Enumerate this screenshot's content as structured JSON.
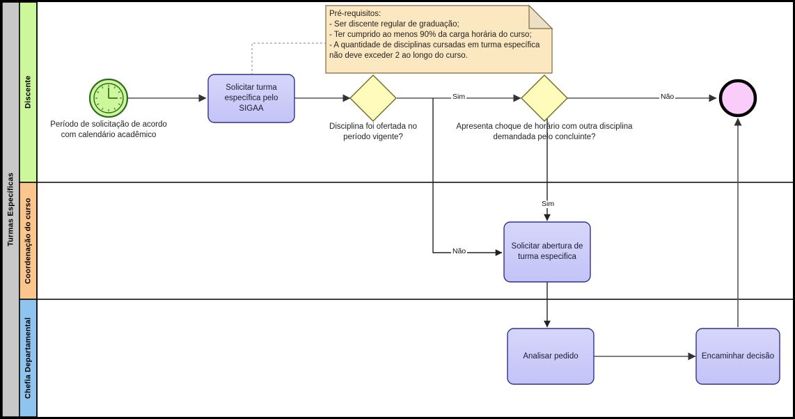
{
  "diagram": {
    "title": "Turmas Específicas",
    "pool": {
      "label": "Turmas Específicas",
      "color": "#c8c8c8"
    },
    "lanes": [
      {
        "id": "lane-discente",
        "label": "Discente",
        "color": "#ccf79b"
      },
      {
        "id": "lane-coordenacao",
        "label": "Coordenação do curso",
        "color": "#fbc68d"
      },
      {
        "id": "lane-chefia",
        "label": "Chefia Departamental",
        "color": "#8fc4f0"
      }
    ],
    "nodes": [
      {
        "id": "start-timer",
        "type": "timer-start-event",
        "label": "",
        "outside_label": "Período de solicitação de acordo\ncom calendário acadêmico",
        "color": "#ccf79b"
      },
      {
        "id": "task-solicitar-turma",
        "type": "task",
        "label": "Solicitar turma\nespecífica pelo\nSIGAA",
        "color": "#ccccf9"
      },
      {
        "id": "gateway-ofertada",
        "type": "exclusive-gateway",
        "label": "",
        "outside_label": "Disciplina foi ofertada no\nperíodo vigente?",
        "color": "#fffbbb"
      },
      {
        "id": "gateway-choque-horario",
        "type": "exclusive-gateway",
        "label": "",
        "outside_label": "Apresenta choque de horário com outra disciplina\ndemandada pelo concluinte?",
        "color": "#fffbbb"
      },
      {
        "id": "end-event",
        "type": "end-event",
        "label": "",
        "color": "#f9ccf9"
      },
      {
        "id": "task-solicitar-abertura",
        "type": "task",
        "label": "Solicitar abertura de\nturma especifica",
        "color": "#ccccf9"
      },
      {
        "id": "task-analisar-pedido",
        "type": "task",
        "label": "Analisar pedido",
        "color": "#ccccf9"
      },
      {
        "id": "task-encaminhar-decisao",
        "type": "task",
        "label": "Encaminhar decisão",
        "color": "#ccccf9"
      }
    ],
    "note": {
      "id": "note-pre-requisitos",
      "text": "Pré-requisitos:\n- Ser discente regular de graduação;\n- Ter cumprido ao menos 90% da carga horária do curso;\n- A quantidade de disciplinas cursadas em turma específica\nnão deve exceder 2 ao longo do curso.",
      "color": "#fbe7c0"
    },
    "edge_labels": {
      "gateway_ofertada_sim": "Sim",
      "gateway_ofertada_nao": "Não",
      "gateway_choque_nao": "Não",
      "gateway_choque_sim": "Sim"
    }
  }
}
